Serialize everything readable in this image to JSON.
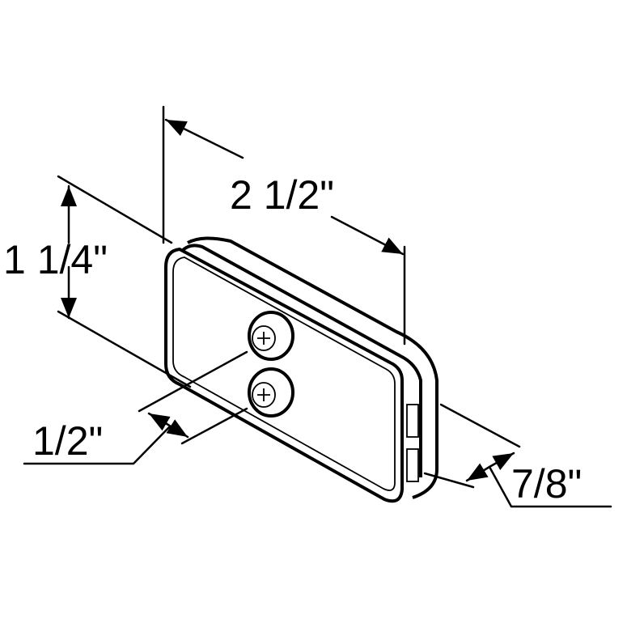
{
  "diagram": {
    "labels": {
      "width": "2 1/2\"",
      "height": "1 1/4\"",
      "bolt_spacing": "1/2\"",
      "depth": "7/8\""
    },
    "colors": {
      "line": "#000000",
      "background": "#ffffff"
    }
  }
}
